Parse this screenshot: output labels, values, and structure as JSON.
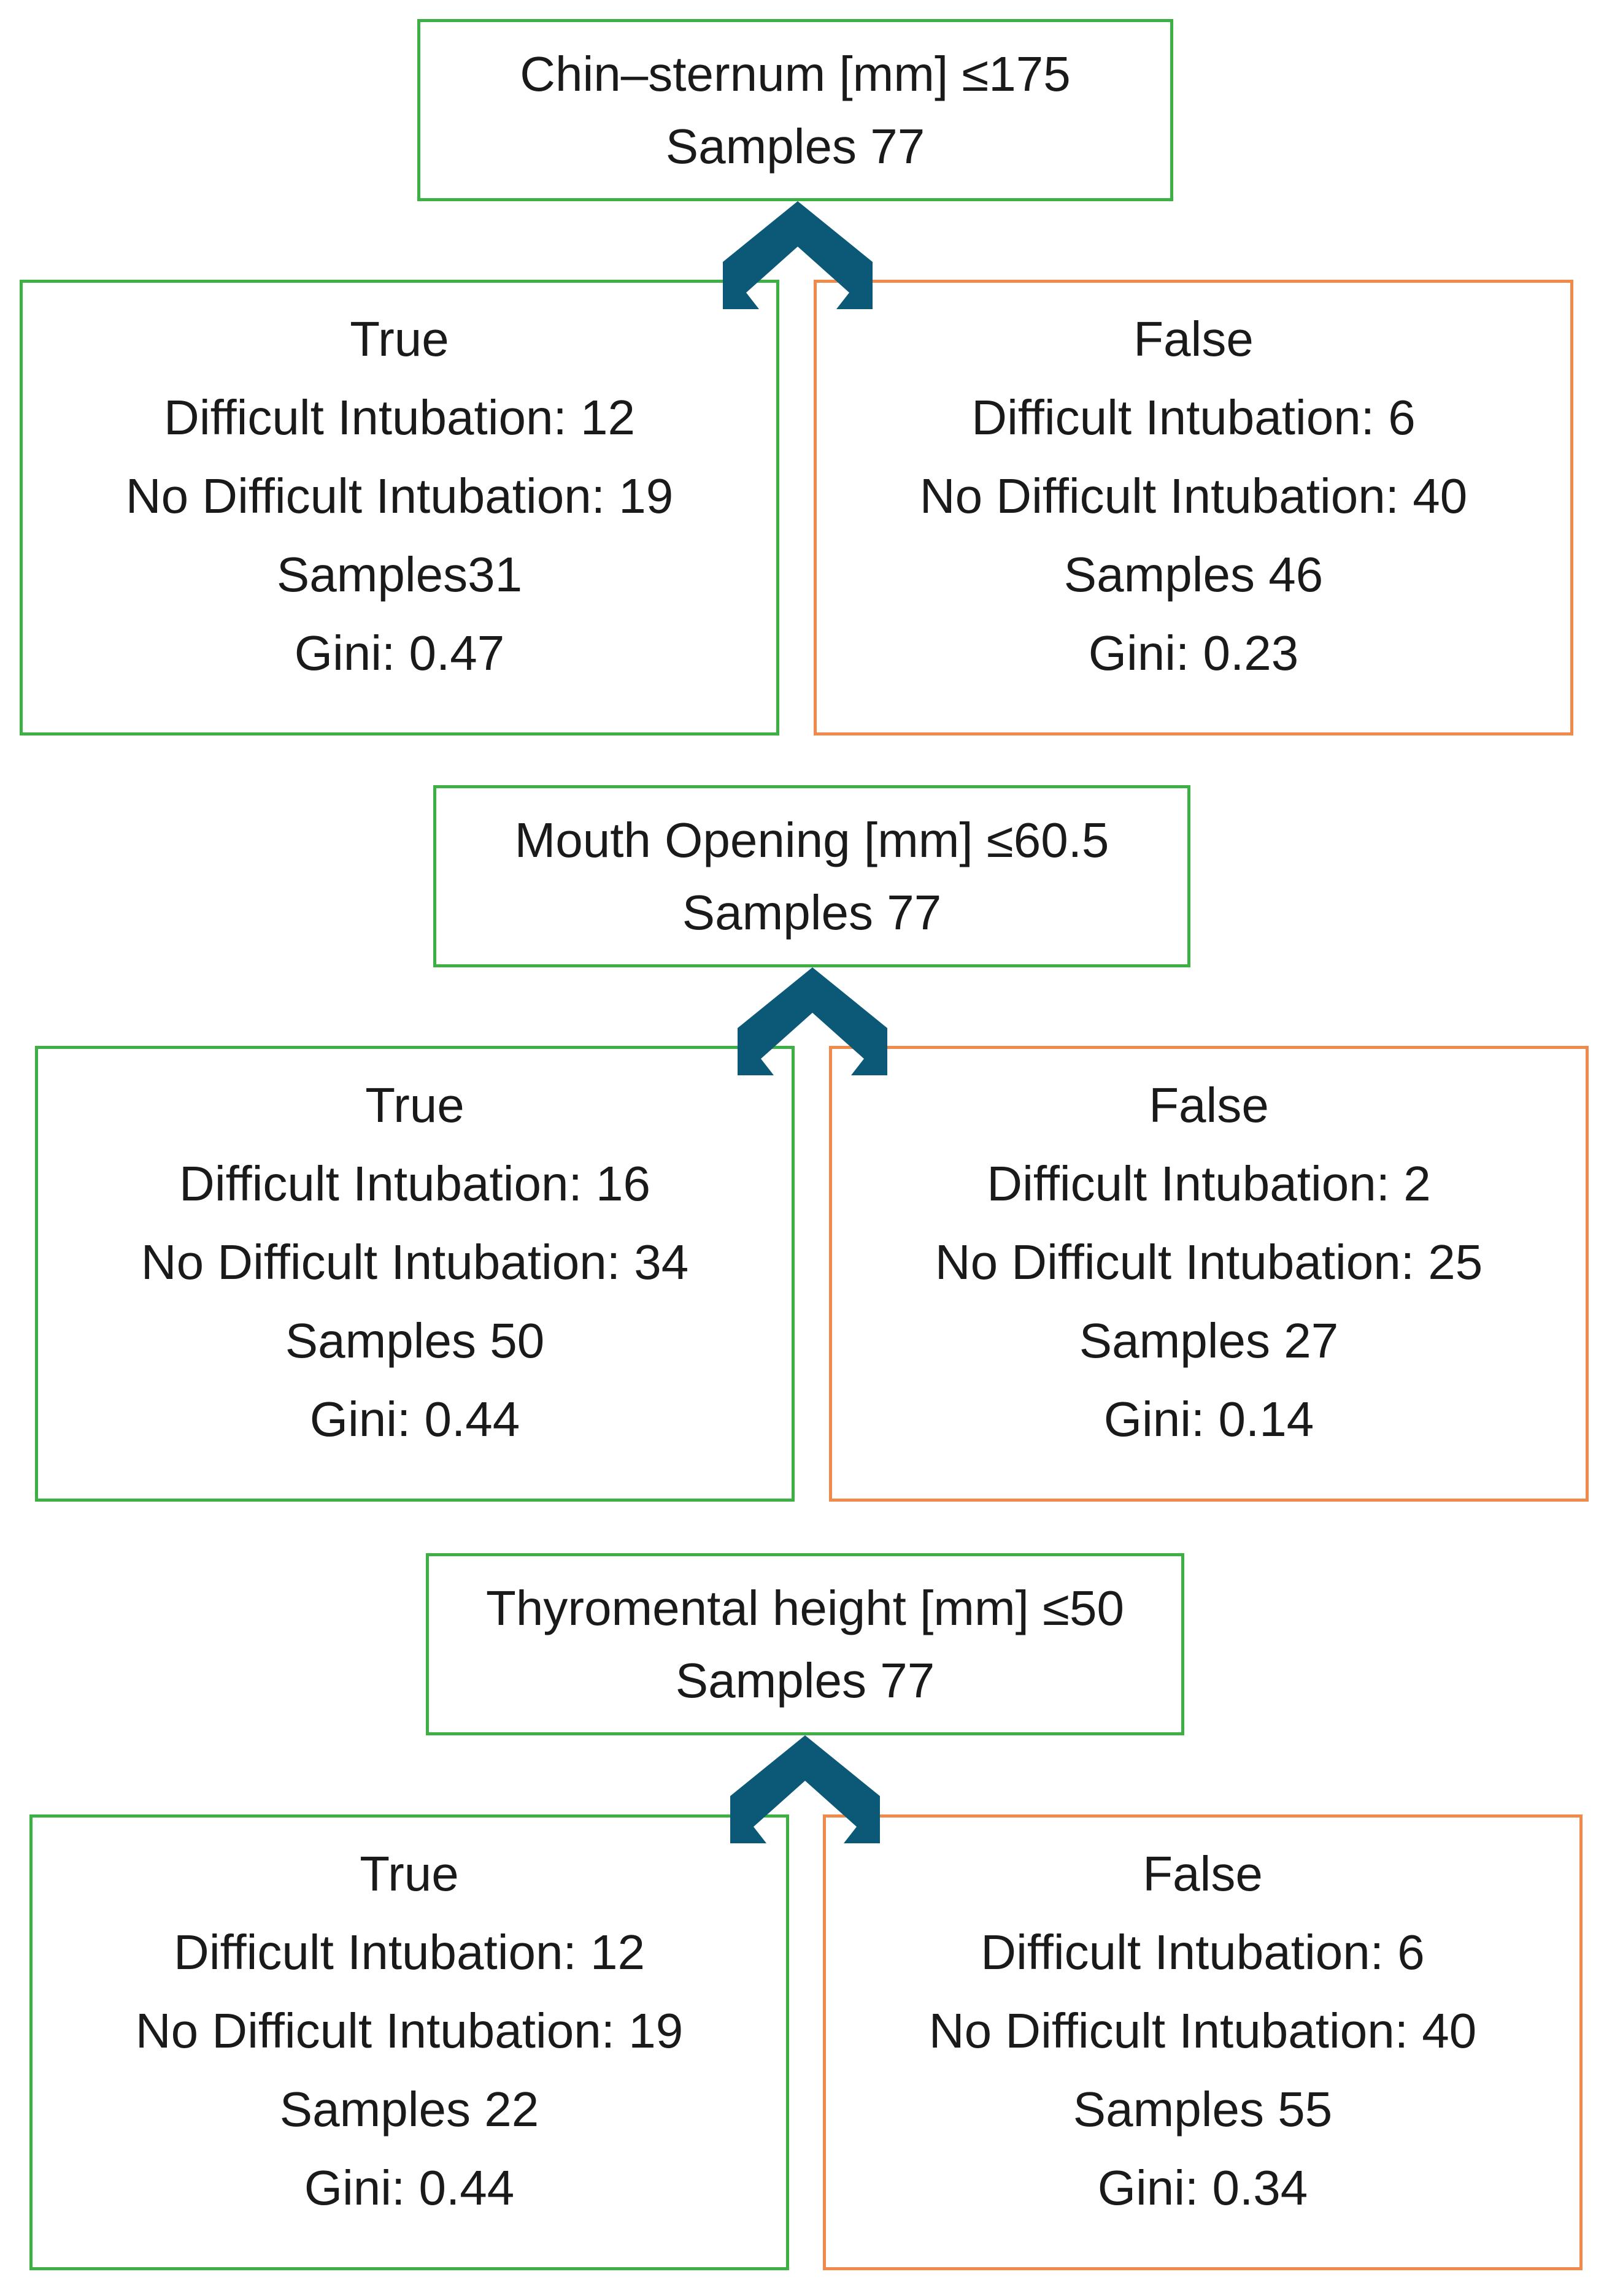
{
  "colors": {
    "condition_border": "#3cb043",
    "true_border": "#3cb043",
    "false_border": "#f08a4b",
    "arrow": "#0b5877",
    "text": "#1a1a1a"
  },
  "arrow_icon": "split-chevron-arrow",
  "splits": [
    {
      "condition": {
        "label": "Chin–sternum [mm] ≤175",
        "samples": "Samples 77"
      },
      "true_node": {
        "header": "True",
        "difficult": "Difficult Intubation: 12",
        "no_difficult": "No Difficult Intubation: 19",
        "samples": "Samples31",
        "gini": "Gini: 0.47"
      },
      "false_node": {
        "header": "False",
        "difficult": "Difficult Intubation: 6",
        "no_difficult": "No Difficult Intubation: 40",
        "samples": "Samples 46",
        "gini": "Gini: 0.23"
      }
    },
    {
      "condition": {
        "label": "Mouth Opening [mm] ≤60.5",
        "samples": "Samples 77"
      },
      "true_node": {
        "header": "True",
        "difficult": "Difficult Intubation: 16",
        "no_difficult": "No Difficult Intubation: 34",
        "samples": "Samples 50",
        "gini": "Gini: 0.44"
      },
      "false_node": {
        "header": "False",
        "difficult": "Difficult Intubation: 2",
        "no_difficult": "No Difficult Intubation: 25",
        "samples": "Samples 27",
        "gini": "Gini: 0.14"
      }
    },
    {
      "condition": {
        "label": "Thyromental height [mm] ≤50",
        "samples": "Samples 77"
      },
      "true_node": {
        "header": "True",
        "difficult": "Difficult Intubation: 12",
        "no_difficult": "No Difficult Intubation: 19",
        "samples": "Samples 22",
        "gini": "Gini: 0.44"
      },
      "false_node": {
        "header": "False",
        "difficult": "Difficult Intubation: 6",
        "no_difficult": "No Difficult Intubation: 40",
        "samples": "Samples 55",
        "gini": "Gini: 0.34"
      }
    }
  ]
}
